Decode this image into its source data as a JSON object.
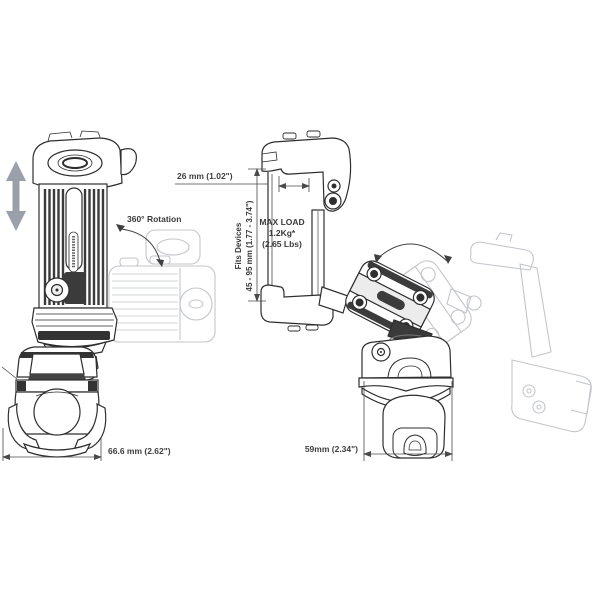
{
  "annotations": {
    "rotation_label": "360° Rotation",
    "max_load": {
      "line1": "MAX LOAD",
      "line2": "1.2Kg*",
      "line3": "(2.65 Lbs)"
    },
    "fits_devices": {
      "line1": "Fits Devices",
      "line2": "45 - 95 mm (1.77 - 3.74\")"
    },
    "dim_depth": "26 mm (1.02\")",
    "dim_clamp_width": "66.6 mm (2.62\")",
    "dim_base_width": "59mm (2.34\")"
  },
  "icons": {
    "slide_arrow": "vertical-double-arrow",
    "rotation_arrow": "curved-arrow",
    "tilt_arrow": "curved-double-arrow"
  },
  "colors": {
    "line": "#2e2e2e",
    "dark_fill": "#3a3a3a",
    "ghost": "#c4c6cb",
    "dimension": "#4a4a4a",
    "slide_arrow": "#8e96a0",
    "background": "#ffffff"
  }
}
